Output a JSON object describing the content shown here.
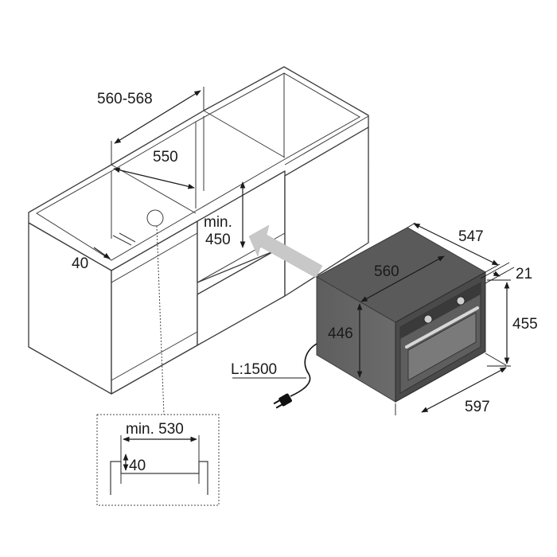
{
  "dimensions": {
    "niche_width": "560-568",
    "niche_inner_width": "550",
    "niche_height_label": "min.",
    "niche_height_value": "450",
    "side_offset": "40",
    "oven_depth": "547",
    "oven_inner_depth": "560",
    "front_thickness": "21",
    "oven_height": "455",
    "oven_body_height": "446",
    "oven_width": "597",
    "cable_length": "L:1500",
    "detail_min_width": "min. 530",
    "detail_offset": "40"
  },
  "colors": {
    "line": "#3a3a3a",
    "oven_body": "#555555",
    "oven_front": "#4a4a4a",
    "arrow": "#c8c8c8"
  },
  "icons": [
    "power-plug-icon"
  ]
}
